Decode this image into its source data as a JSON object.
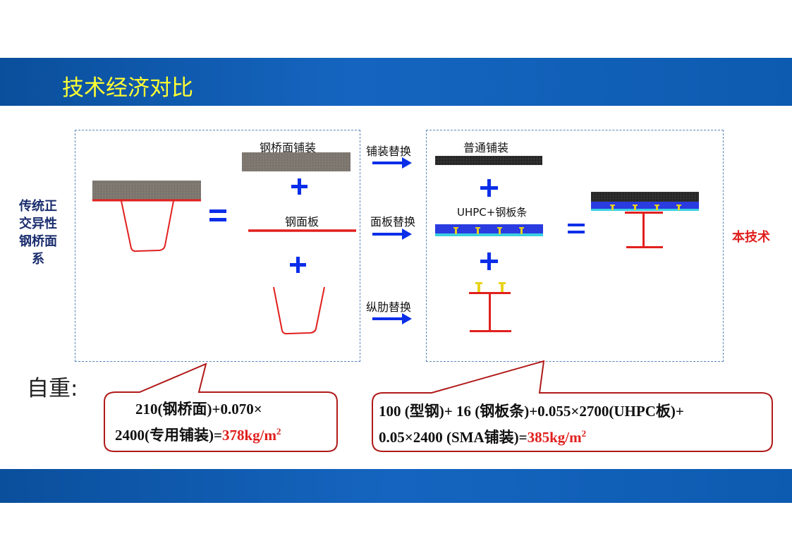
{
  "header": {
    "title": "技术经济对比"
  },
  "left_panel": {
    "side_label": [
      "传统正",
      "交异性",
      "钢桥面",
      "系"
    ],
    "deck_paving_label": "钢桥面铺装",
    "deck_plate_label": "钢面板"
  },
  "arrows": {
    "paving_replace": "铺装替换",
    "plate_replace": "面板替换",
    "rib_replace": "纵肋替换"
  },
  "right_panel": {
    "normal_paving_label": "普通铺装",
    "uhpc_label": "UHPC+钢板条"
  },
  "ours_label": "本技术",
  "self_weight_label": "自重:",
  "formula_left": {
    "line1": "210(钢桥面)+0.070×",
    "line2_prefix": "2400(专用铺装)=",
    "result": "378kg/m",
    "result_sup": "2"
  },
  "formula_right": {
    "line1": "100 (型钢)+ 16 (钢板条)+0.055×2700(UHPC板)+",
    "line2_prefix": "0.05×2400 (SMA铺装)=",
    "result": "385kg/m",
    "result_sup": "2"
  },
  "colors": {
    "title": "#ffff33",
    "header": "#1565c0",
    "steel_red": "#e0201e",
    "arrow_blue": "#0a2ee8",
    "uhpc_blue": "#2a3be0",
    "stud_yellow": "#e8d21a",
    "side_label": "#1a2d6e"
  }
}
